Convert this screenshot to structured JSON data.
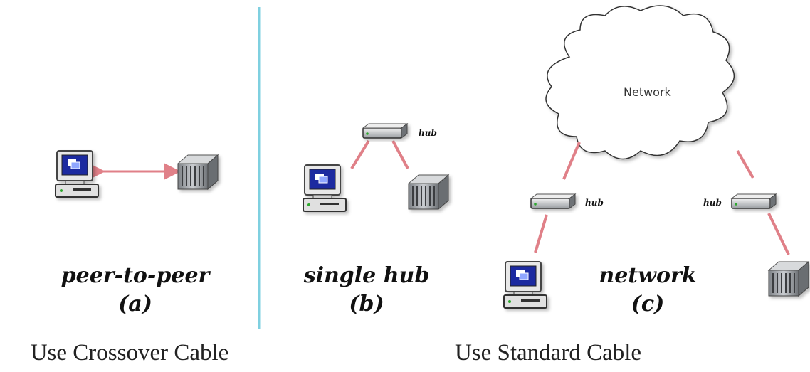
{
  "panels": [
    {
      "title": "peer-to-peer",
      "letter": "(a)"
    },
    {
      "title": "single hub",
      "letter": "(b)"
    },
    {
      "title": "network",
      "letter": "(c)"
    }
  ],
  "footer": {
    "left": "Use Crossover Cable",
    "right": "Use Standard Cable"
  },
  "labels": {
    "hub": "hub",
    "network": "Network"
  },
  "icons": [
    "computer-icon",
    "server-icon",
    "hub-icon",
    "cloud-icon"
  ],
  "colors": {
    "divider": "#7fd0e0",
    "link": "#e08088",
    "screen": "#1a2aa0",
    "device": "#b8bcc0"
  }
}
